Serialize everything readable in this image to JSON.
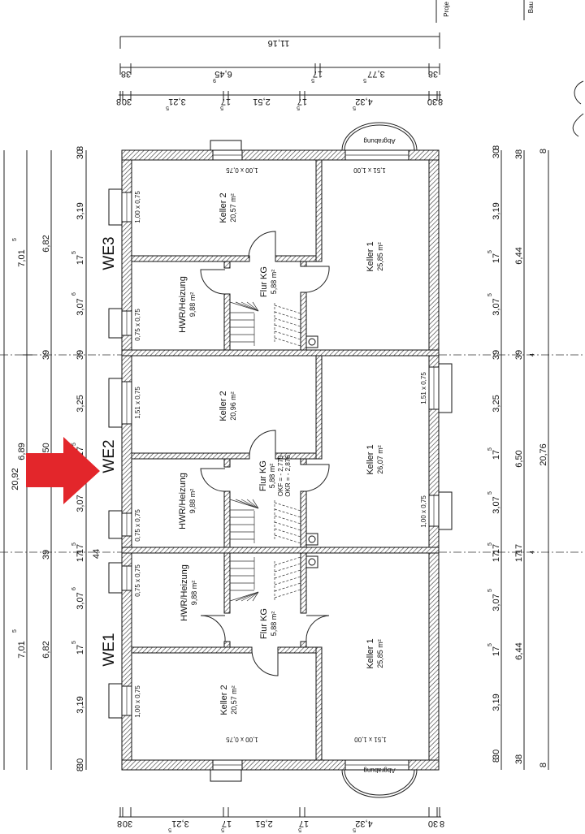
{
  "header": {
    "project_label": "Proje",
    "builder_label": "Bau"
  },
  "accent_colors": {
    "arrow": "#e3262b",
    "lines": "#111111"
  },
  "top_dimensions": {
    "overall": "11,16",
    "row2": [
      "38",
      "6,45",
      "9",
      "17",
      "5",
      "3,77",
      "5",
      "38"
    ],
    "row3": [
      "8",
      "30",
      "3,21",
      "5",
      "17",
      "5",
      "2,51",
      "17",
      "5",
      "4,32",
      "5",
      "30",
      "8"
    ]
  },
  "bottom_dimensions": [
    "30",
    "8",
    "3,21",
    "5",
    "17",
    "5",
    "2,51",
    "17",
    "5",
    "4,32",
    "5",
    "8",
    "30"
  ],
  "left_dimensions": {
    "overall": "20,92",
    "row2": [
      "7,01",
      "5",
      "6,89",
      "7,01",
      "5"
    ],
    "row3": [
      "6,82",
      "39",
      "6,50",
      "39",
      "6,82"
    ],
    "row4": [
      "30",
      "8",
      "3,19",
      "17",
      "5",
      "3,07",
      "6",
      "39",
      "3,25",
      "17",
      "5",
      "3,07",
      "5",
      "17",
      "17",
      "5",
      "44",
      "3,07",
      "6",
      "17",
      "5",
      "3,19",
      "8",
      "30"
    ]
  },
  "right_dimensions": {
    "row1": [
      "30",
      "8",
      "3,19",
      "17",
      "5",
      "3,07",
      "5",
      "39",
      "3,25",
      "17",
      "5",
      "3,07",
      "5",
      "5",
      "17",
      "17",
      "3,07",
      "5",
      "17",
      "5",
      "3,19",
      "8",
      "30"
    ],
    "row2": [
      "38",
      "6,44",
      "39",
      "6,50",
      "17",
      "17",
      "6,44",
      "38",
      "4",
      "4"
    ],
    "row3": [
      "8",
      "20,76",
      "8"
    ]
  },
  "units": [
    {
      "label": "WE3",
      "rooms": {
        "keller2": {
          "name": "Keller 2",
          "area": "20,57 m²"
        },
        "keller1": {
          "name": "Keller 1",
          "area": "25,85 m²"
        },
        "hwr": {
          "name": "HWR/Heizung",
          "area": "9,88 m²"
        },
        "flur": {
          "name": "Flur KG",
          "area": "5,88 m²"
        }
      },
      "windows": [
        "1,00 x 0,75",
        "1,51 x 1,00",
        "1,00 x 0,75",
        "0,75 x 0,75"
      ],
      "abgrabung": "Abgrabung"
    },
    {
      "label": "WE2",
      "rooms": {
        "keller2": {
          "name": "Keller 2",
          "area": "20,96 m²"
        },
        "keller1": {
          "name": "Keller 1",
          "area": "26,07 m²"
        },
        "hwr": {
          "name": "HWR/Heizung",
          "area": "9,88 m²"
        },
        "flur": {
          "name": "Flur KG",
          "area": "5,88 m²",
          "okf": "OKF = - 2,775",
          "okr": "OKR = - 2,876"
        }
      },
      "windows": [
        "1,51 x 0,75",
        "0,75 x 0,75",
        "1,51 x 0,75",
        "1,00 x 0,75"
      ]
    },
    {
      "label": "WE1",
      "rooms": {
        "keller2": {
          "name": "Keller 2",
          "area": "20,57 m²"
        },
        "keller1": {
          "name": "Keller 1",
          "area": "25,85 m²"
        },
        "hwr": {
          "name": "HWR/Heizung",
          "area": "9,88 m²"
        },
        "flur": {
          "name": "Flur KG",
          "area": "5,88 m²"
        }
      },
      "windows": [
        "0,75 x 0,75",
        "1,00 x 0,75",
        "1,00 x 0,75",
        "1,51 x 1,00"
      ],
      "abgrabung": "Abgrabung"
    }
  ]
}
